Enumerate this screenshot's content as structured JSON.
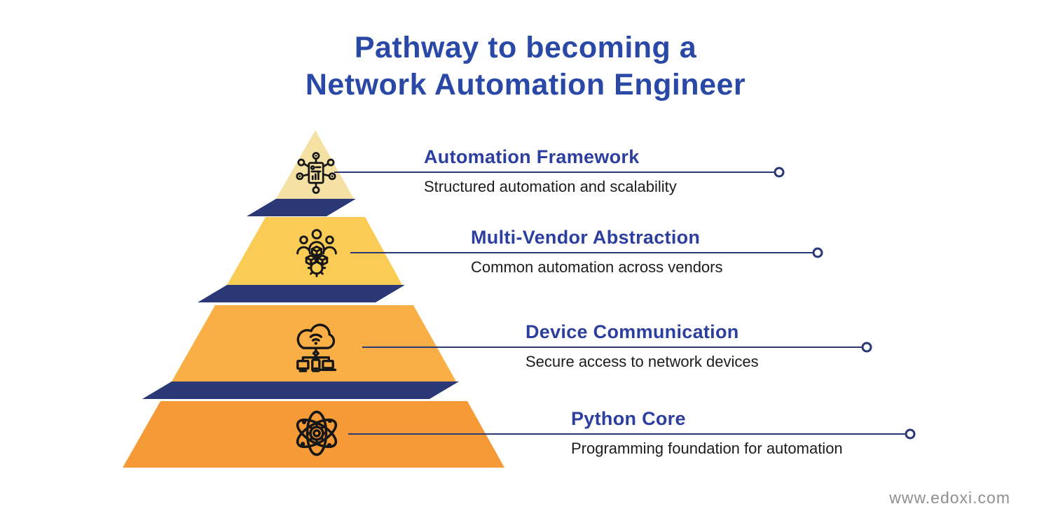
{
  "title": {
    "line1": "Pathway to becoming a",
    "line2": "Network Automation Engineer"
  },
  "levels": [
    {
      "label": "Automation Framework",
      "description": "Structured automation and scalability",
      "icon": "automation-framework-icon",
      "color": "#F5E1A3"
    },
    {
      "label": "Multi-Vendor Abstraction",
      "description": "Common automation across vendors",
      "icon": "team-cubes-gear-icon",
      "color": "#FBCC55"
    },
    {
      "label": "Device Communication",
      "description": "Secure access to network devices",
      "icon": "cloud-devices-icon",
      "color": "#F9AF45"
    },
    {
      "label": "Python Core",
      "description": "Programming foundation for automation",
      "icon": "atom-gear-icon",
      "color": "#F59A36"
    }
  ],
  "colors": {
    "title_blue": "#2A48A6",
    "heading_blue": "#2C3F9E",
    "shadow_navy": "#2B3876",
    "line_navy": "#2B3876",
    "text_dark": "#1C1C1C",
    "watermark_gray": "#8F8F8F"
  },
  "watermark": "www.edoxi.com"
}
